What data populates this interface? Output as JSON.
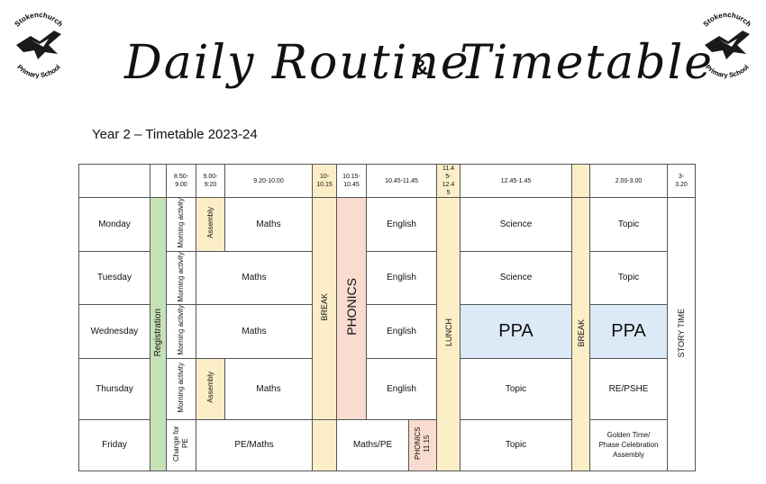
{
  "logo": {
    "school_top": "Stokenchurch",
    "school_bottom": "Primary School"
  },
  "heading": {
    "left": "Daily Routine",
    "amp": "&",
    "right": "Timetable"
  },
  "subtitle": "Year 2 – Timetable 2023-24",
  "times": {
    "t850": "8.50-\n9.00",
    "t900": "9.00-\n9:20",
    "t920": "9.20-10.00",
    "t1000": "10-\n10.15",
    "t1015": "10.15-\n10.45",
    "t1045": "10.45-11.45",
    "t1145": "11.4\n5-\n12.4\n5",
    "t1245": "12.45-1.45",
    "t200": "2.00-3.00",
    "t300": "3-\n3.20"
  },
  "days": {
    "mon": "Monday",
    "tue": "Tuesday",
    "wed": "Wednesday",
    "thu": "Thursday",
    "fri": "Friday"
  },
  "cells": {
    "registration": "Registration",
    "morning_activity": "Morning activity",
    "assembly": "Assembly",
    "maths": "Maths",
    "break": "BREAK",
    "phonics": "PHONICS",
    "english": "English",
    "lunch": "LUNCH",
    "science": "Science",
    "topic": "Topic",
    "ppa": "PPA",
    "story_time": "STORY TIME",
    "change_for_pe": "Change for PE",
    "pe_maths": "PE/Maths",
    "maths_pe": "Maths/PE",
    "phonics_small": "PHONICS 11.15",
    "re_pshe": "RE/PSHE",
    "golden_time": "Golden Time/\nPhase Celebration\nAssembly"
  },
  "colors": {
    "break": "#fcefc7",
    "registration": "#c6e2b7",
    "phonics": "#fadbcf",
    "ppa": "#dce9f6"
  }
}
